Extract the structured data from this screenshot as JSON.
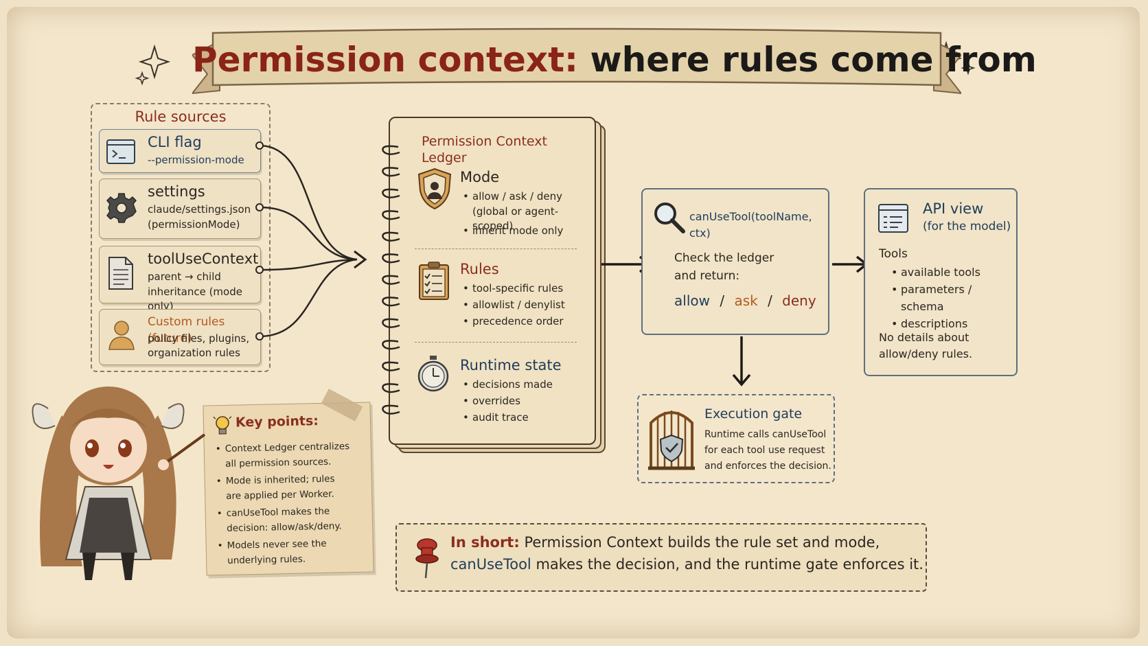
{
  "title": {
    "part1": "Permission context:",
    "part2": "where rules come from"
  },
  "rule_sources": {
    "heading": "Rule sources",
    "items": [
      {
        "title": "CLI flag",
        "lines": [
          "--permission-mode"
        ]
      },
      {
        "title": "settings",
        "lines": [
          "claude/settings.json",
          "(permissionMode)"
        ]
      },
      {
        "title": "toolUseContext",
        "lines": [
          "parent → child",
          "inheritance (mode only)"
        ]
      },
      {
        "title": "Custom rules (future)",
        "lines": [
          "policy files, plugins,",
          "organization rules"
        ]
      }
    ]
  },
  "ledger": {
    "heading": "Permission Context Ledger",
    "mode": {
      "title": "Mode",
      "bullets": [
        "allow / ask / deny",
        "(global or agent-scoped)",
        "inherit mode only"
      ]
    },
    "rules": {
      "title": "Rules",
      "bullets": [
        "tool-specific rules",
        "allowlist / denylist",
        "precedence order"
      ]
    },
    "runtime": {
      "title": "Runtime state",
      "bullets": [
        "decisions made",
        "overrides",
        "audit trace"
      ]
    }
  },
  "canusetool": {
    "signature": "canUseTool(toolName, ctx)",
    "line1": "Check the ledger",
    "line2": "and return:",
    "allow": "allow",
    "sep": "/",
    "ask": "ask",
    "deny": "deny"
  },
  "api_view": {
    "title": "API view",
    "subtitle": "(for the model)",
    "tools_label": "Tools",
    "bullets": [
      "available tools",
      "parameters / schema",
      "descriptions"
    ],
    "footer1": "No details about",
    "footer2": "allow/deny rules."
  },
  "execution_gate": {
    "title": "Execution gate",
    "lines": [
      "Runtime calls canUseTool",
      "for each tool use request",
      "and enforces the decision."
    ]
  },
  "key_points": {
    "heading": "Key points:",
    "bullets": [
      [
        "Context Ledger centralizes",
        "all permission sources."
      ],
      [
        "Mode is inherited; rules",
        "are applied per Worker."
      ],
      [
        "canUseTool makes the",
        "decision: allow/ask/deny."
      ],
      [
        "Models never see the",
        "underlying rules."
      ]
    ]
  },
  "in_short": {
    "label": "In short:",
    "text1": "Permission Context builds the rule set and mode,",
    "highlight": "canUseTool",
    "text2": "makes the decision, and the runtime gate enforces it."
  }
}
